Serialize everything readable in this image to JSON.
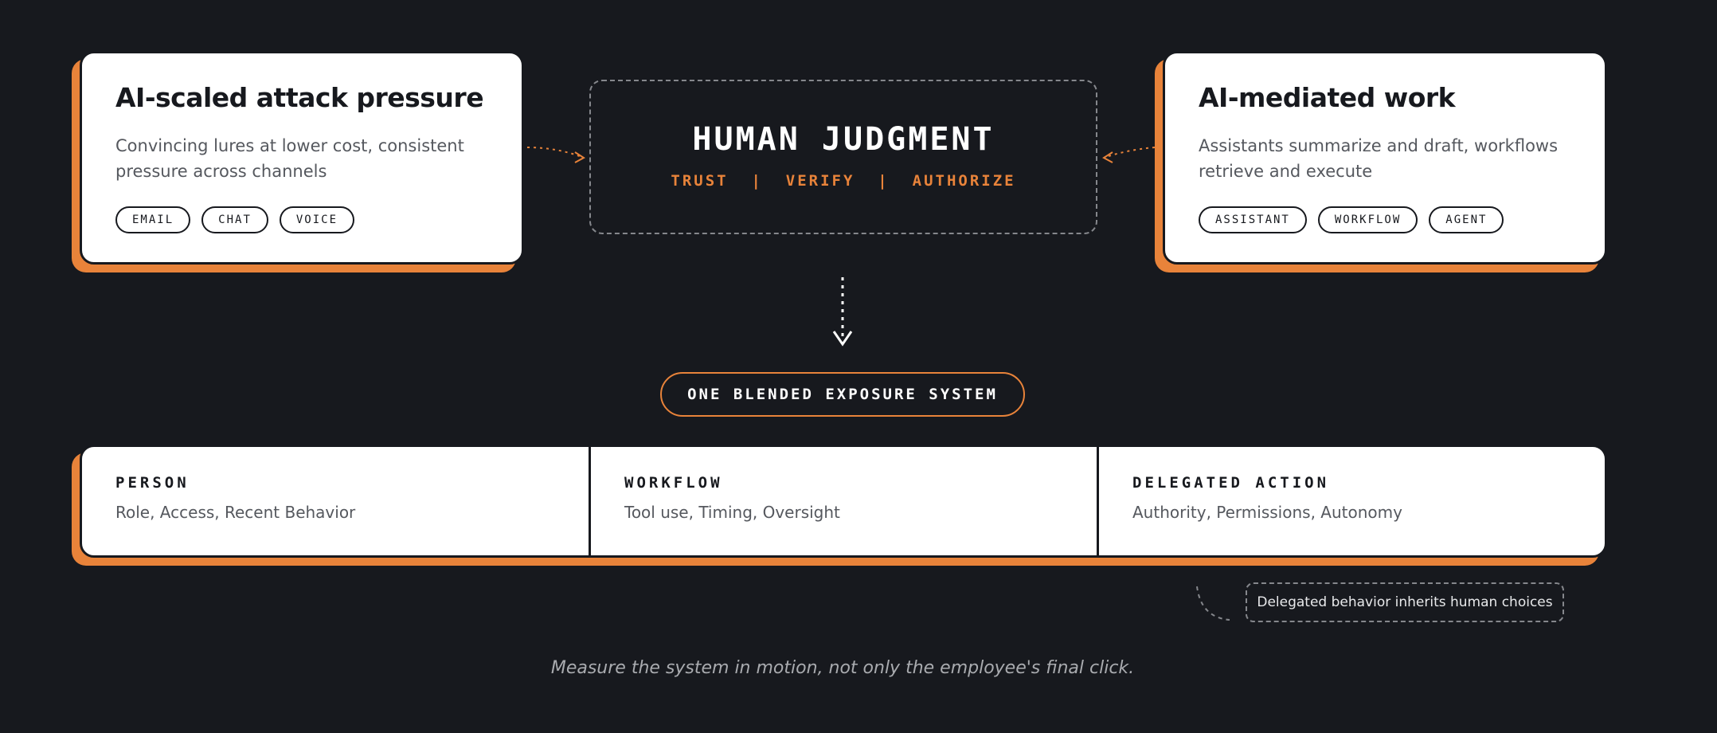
{
  "left_card": {
    "title": "AI-scaled attack pressure",
    "description": "Convincing lures at lower cost, consistent pressure across channels",
    "tags": [
      "EMAIL",
      "CHAT",
      "VOICE"
    ]
  },
  "right_card": {
    "title": "AI-mediated work",
    "description": "Assistants summarize and draft, workflows retrieve and execute",
    "tags": [
      "ASSISTANT",
      "WORKFLOW",
      "AGENT"
    ]
  },
  "center": {
    "title": "HUMAN JUDGMENT",
    "subtitle": "TRUST  |  VERIFY  |  AUTHORIZE"
  },
  "system_pill": "ONE BLENDED EXPOSURE SYSTEM",
  "dimensions": [
    {
      "title": "PERSON",
      "description": "Role, Access, Recent Behavior"
    },
    {
      "title": "WORKFLOW",
      "description": "Tool use, Timing, Oversight"
    },
    {
      "title": "DELEGATED ACTION",
      "description": "Authority, Permissions, Autonomy"
    }
  ],
  "note": "Delegated behavior inherits human choices",
  "footer": "Measure the system in motion, not only the employee's final click.",
  "colors": {
    "background": "#17191e",
    "accent": "#e8833a",
    "card": "#ffffff",
    "dashed": "#85878c"
  }
}
